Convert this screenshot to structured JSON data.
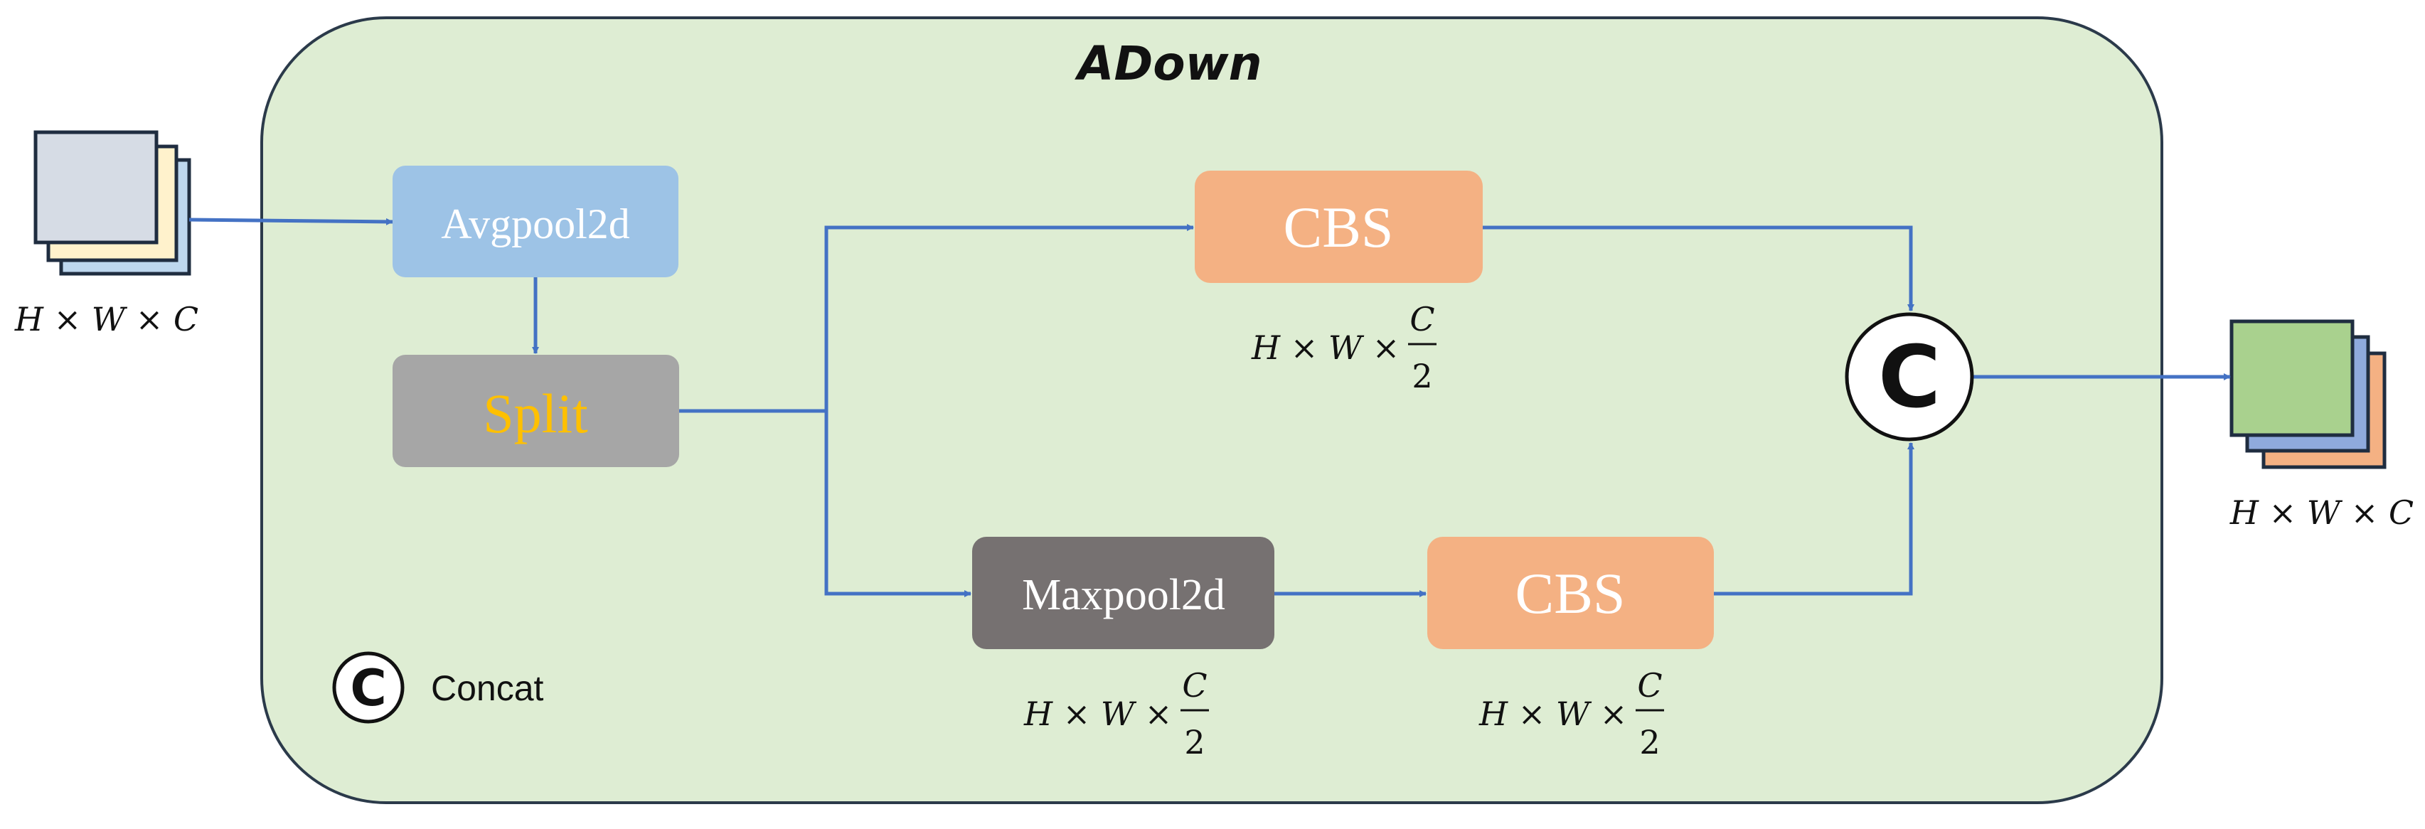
{
  "diagram": {
    "title": "ADown",
    "input": {
      "dims": "H × W × C"
    },
    "output": {
      "dims": "H × W × C"
    },
    "nodes": {
      "avgpool": {
        "label": "Avgpool2d"
      },
      "split": {
        "label": "Split"
      },
      "cbs_top": {
        "label": "CBS",
        "dims_main": "H × W × ",
        "dims_num": "C",
        "dims_den": "2"
      },
      "maxpool": {
        "label": "Maxpool2d",
        "dims_main": "H × W × ",
        "dims_num": "C",
        "dims_den": "2"
      },
      "cbs_bottom": {
        "label": "CBS",
        "dims_main": "H × W × ",
        "dims_num": "C",
        "dims_den": "2"
      },
      "concat": {
        "symbol": "C"
      }
    },
    "legend": {
      "symbol": "C",
      "label": "Concat"
    },
    "colors": {
      "container_fill": "#deedd3",
      "container_stroke": "#2b3a4a",
      "arrow": "#4472c4",
      "avgpool": "#9dc3e6",
      "split": "#a6a6a6",
      "split_text": "#ffc000",
      "cbs": "#f4b183",
      "maxpool": "#767171",
      "output_front": "#a9d18e",
      "output_mid": "#8faadc",
      "output_back": "#f4b183",
      "input_front": "#d6dce5",
      "input_mid": "#fff2cc",
      "input_back": "#bdd7ee"
    }
  }
}
